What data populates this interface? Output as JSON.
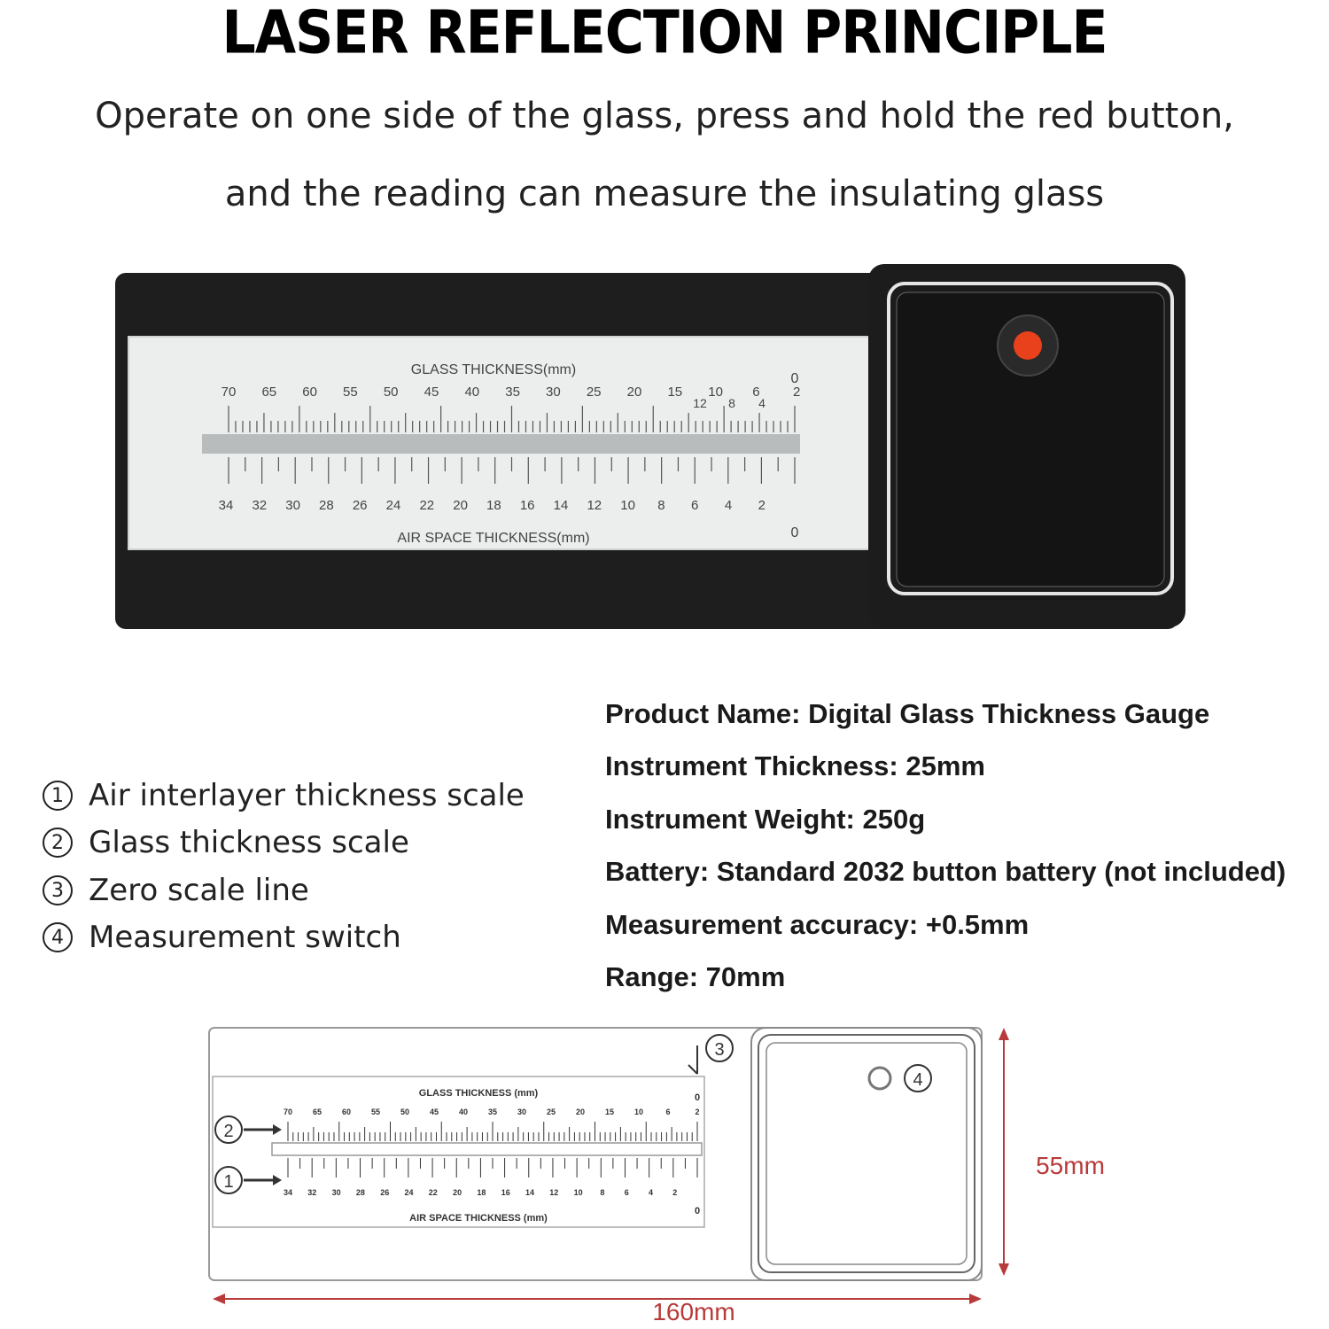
{
  "header": {
    "title": "LASER REFLECTION PRINCIPLE",
    "subtitle_line1": "Operate on one side of the glass, press and hold the red button,",
    "subtitle_line2": "and the reading can measure the insulating glass"
  },
  "photo": {
    "glass_label": "GLASS THICKNESS(mm)",
    "air_label": "AIR SPACE THICKNESS(mm)",
    "glass_ticks": [
      "70",
      "65",
      "60",
      "55",
      "50",
      "45",
      "40",
      "35",
      "30",
      "25",
      "20",
      "15",
      "10",
      "6",
      "2"
    ],
    "glass_ticks_low": [
      "12",
      "8",
      "4"
    ],
    "air_ticks": [
      "34",
      "32",
      "30",
      "28",
      "26",
      "24",
      "22",
      "20",
      "18",
      "16",
      "14",
      "12",
      "10",
      "8",
      "6",
      "4",
      "2"
    ],
    "zero": "0",
    "button_color": "#e8411c"
  },
  "legend": [
    {
      "num": "1",
      "label": "Air interlayer thickness scale"
    },
    {
      "num": "2",
      "label": "Glass thickness scale"
    },
    {
      "num": "3",
      "label": "Zero scale line"
    },
    {
      "num": "4",
      "label": "Measurement switch"
    }
  ],
  "specs": [
    "Product Name: Digital Glass Thickness Gauge",
    "Instrument Thickness: 25mm",
    "Instrument Weight: 250g",
    "Battery: Standard 2032 button battery (not included)",
    "Measurement accuracy: +0.5mm",
    "Range: 70mm"
  ],
  "diagram": {
    "glass_label": "GLASS THICKNESS (mm)",
    "air_label": "AIR SPACE THICKNESS (mm)",
    "callouts": [
      "1",
      "2",
      "3",
      "4"
    ],
    "height_dim": "55mm",
    "width_dim": "160mm",
    "dim_color": "#b83a3a"
  }
}
